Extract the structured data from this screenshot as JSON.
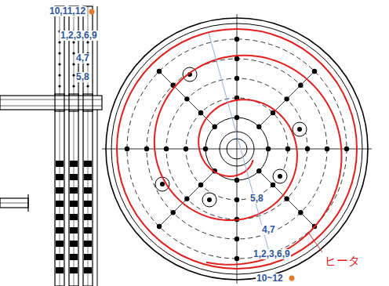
{
  "diagram": {
    "labels": [
      "10,11,12",
      "1,2,3,6,9",
      "4,7",
      "5,8",
      "5,8",
      "4,7",
      "1,2,3,6,9",
      "10~12",
      "ヒータ"
    ]
  }
}
